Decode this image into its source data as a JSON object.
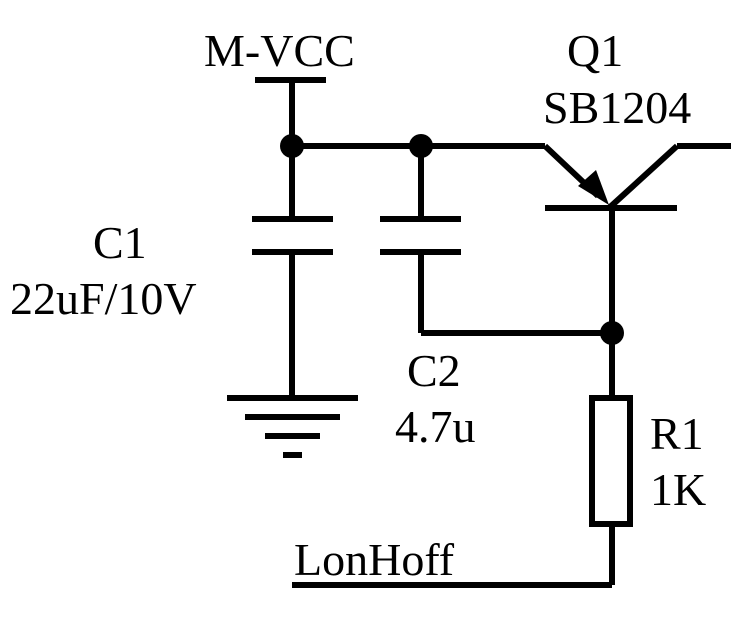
{
  "power_rail": {
    "name": "M-VCC"
  },
  "transistor": {
    "ref": "Q1",
    "value": "SB1204"
  },
  "capacitors": [
    {
      "ref": "C1",
      "value": "22uF/10V"
    },
    {
      "ref": "C2",
      "value": "4.7u"
    }
  ],
  "resistor": {
    "ref": "R1",
    "value": "1K"
  },
  "net_label": "LonHoff",
  "colors": {
    "ink": "#000000",
    "background": "#ffffff"
  }
}
